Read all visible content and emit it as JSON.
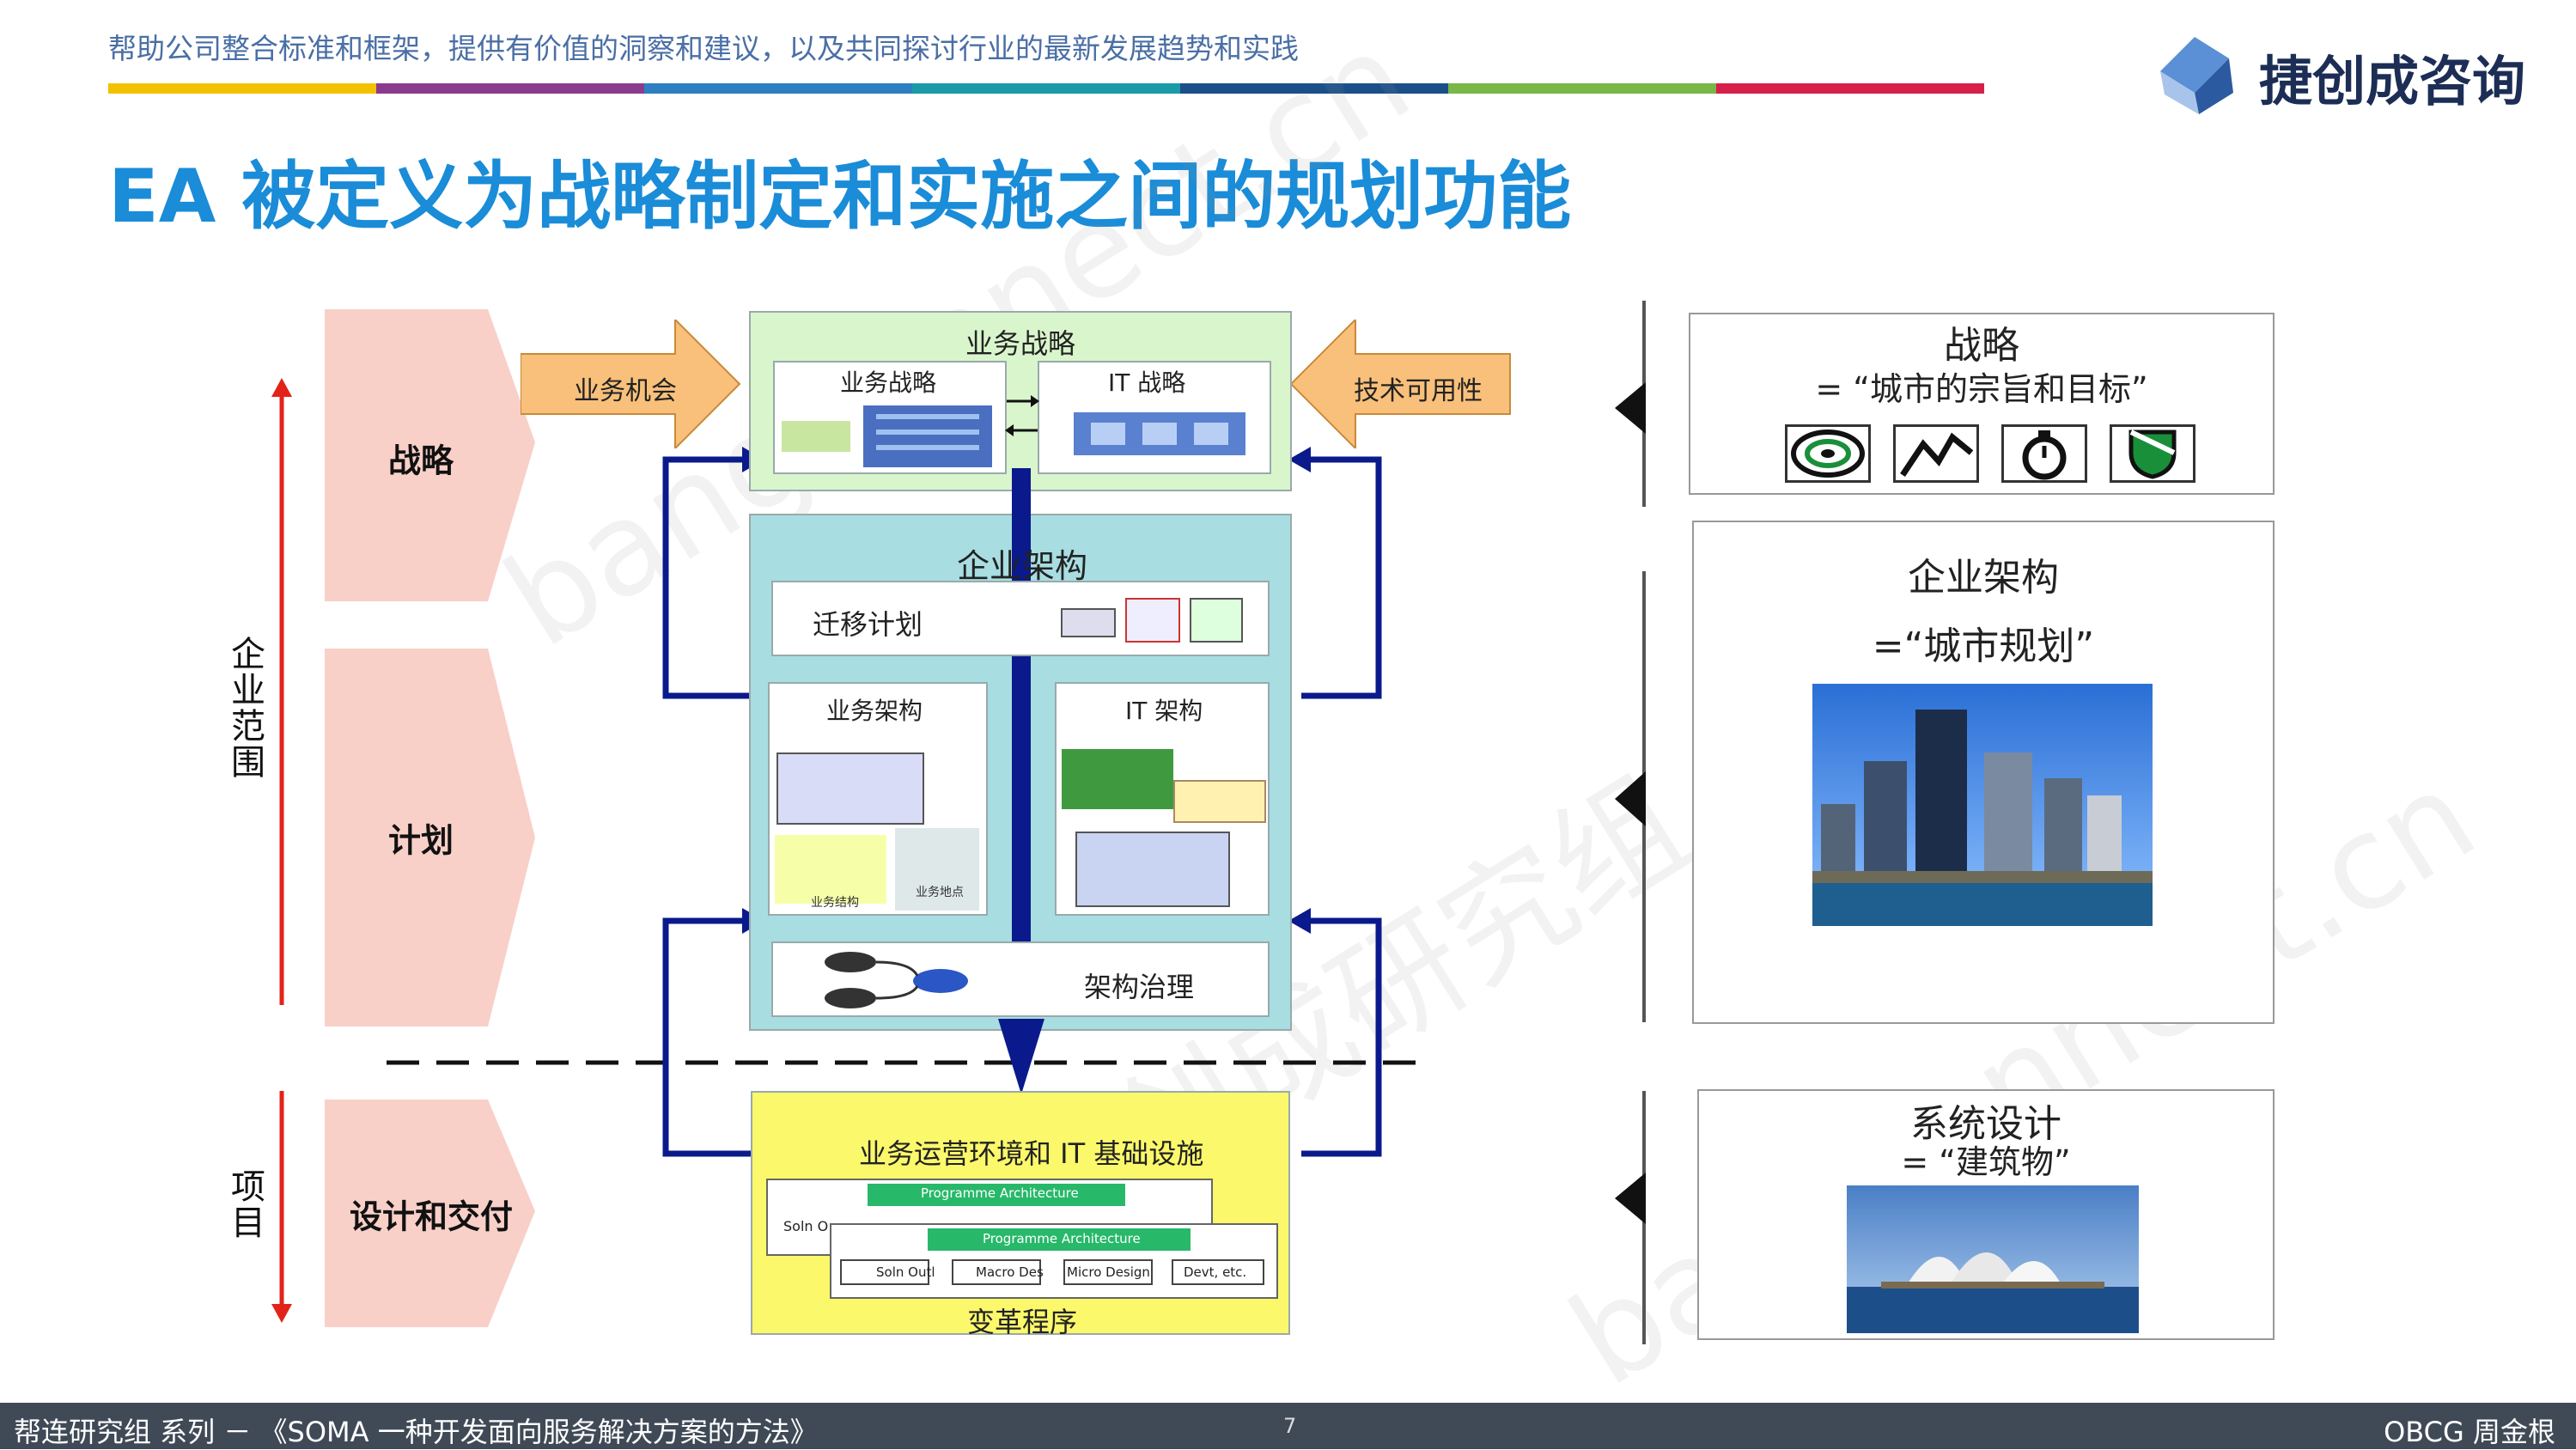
{
  "header": {
    "tagline": "帮助公司整合标准和框架，提供有价值的洞察和建议，以及共同探讨行业的最新发展趋势和实践",
    "logo_text": "捷创成咨询",
    "color_bar": [
      "#f2c100",
      "#8c3a8c",
      "#2d7fc1",
      "#1b9aa8",
      "#1a4f8a",
      "#7ab648",
      "#d61f4b"
    ]
  },
  "title": "EA 被定义为战略制定和实施之间的规划功能",
  "left_chevrons": {
    "strategy": "战略",
    "plan": "计划",
    "delivery": "设计和交付"
  },
  "vertical_labels": {
    "enterprise_scope": "企业范围",
    "project": "项目"
  },
  "center": {
    "arrow_left": "业务机会",
    "arrow_right": "技术可用性",
    "business_strategy_box": {
      "title": "业务战略",
      "inner_left": "业务战略",
      "inner_right": "IT 战略"
    },
    "enterprise_architecture_box": {
      "title": "企业架构",
      "migration": "迁移计划",
      "business_arch": "业务架构",
      "business_arch_sub1": "业务结构",
      "business_arch_sub2": "业务地点",
      "it_arch": "IT 架构",
      "governance": "架构治理"
    },
    "operations_box": {
      "title": "业务运营环境和 IT 基础设施",
      "programme_label": "Programme Architecture",
      "steps": [
        "Soln Outl",
        "Macro Des",
        "Micro Design",
        "Devt, etc."
      ],
      "back_step": "Soln O",
      "bottom": "变革程序"
    }
  },
  "right": {
    "strategy_title": "战略",
    "strategy_sub": "= “城市的宗旨和目标”",
    "icons": [
      "target-icon",
      "chart-line-icon",
      "stopwatch-icon",
      "shield-icon"
    ],
    "ea_title": "企业架构",
    "ea_sub": "=“城市规划”",
    "sys_title": "系统设计",
    "sys_sub": "= “建筑物”"
  },
  "footer": {
    "left": "帮连研究组 系列  －  《SOMA 一种开发面向服务解决方案的方法》",
    "page": "7",
    "right": "OBCG 周金根"
  },
  "watermarks": [
    "bangconnect.cn",
    "捷创成研究组 OBCG"
  ]
}
